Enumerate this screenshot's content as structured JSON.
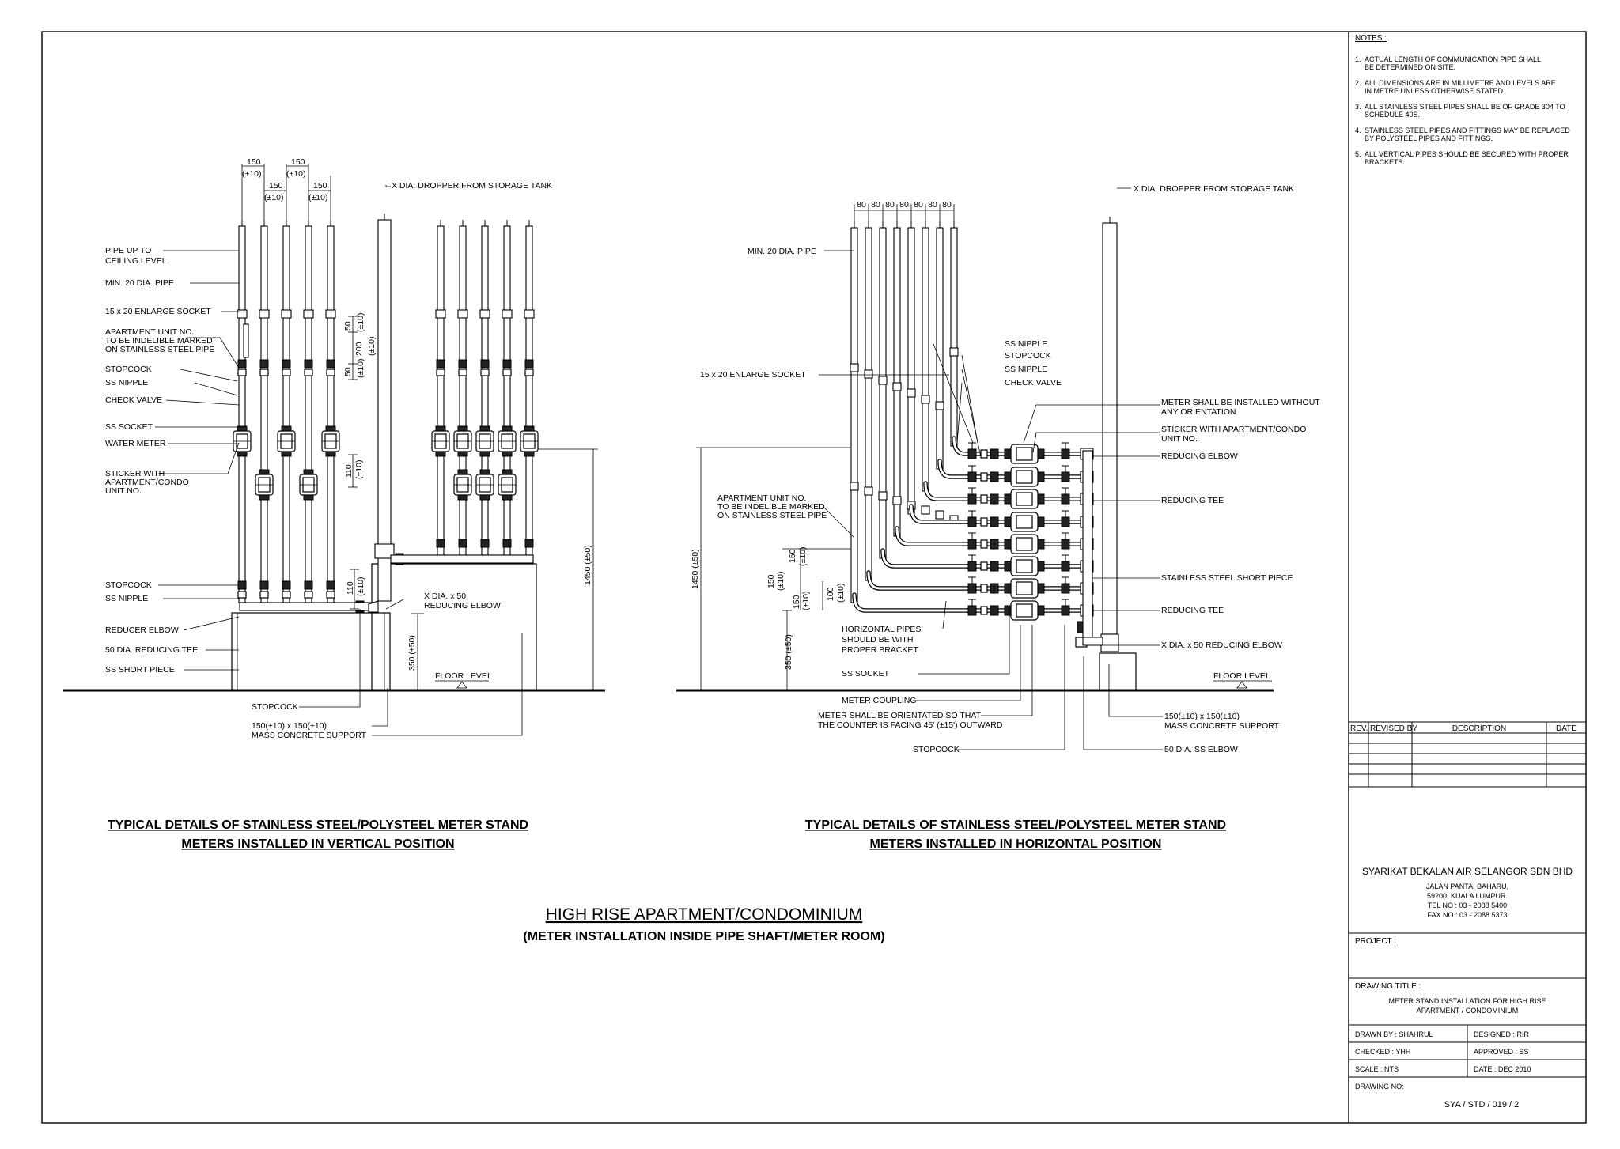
{
  "left_view": {
    "title_line1": "TYPICAL DETAILS OF STAINLESS STEEL/POLYSTEEL METER STAND",
    "title_line2": "METERS INSTALLED IN VERTICAL POSITION",
    "labels": {
      "pipe_up_1": "PIPE UP TO",
      "pipe_up_2": "CEILING LEVEL",
      "min_pipe": "MIN. 20 DIA. PIPE",
      "enlarge_socket": "15 x 20 ENLARGE SOCKET",
      "apt_1": "APARTMENT UNIT NO.",
      "apt_2": "TO BE INDELIBLE MARKED",
      "apt_3": "ON STAINLESS STEEL PIPE",
      "stopcock": "STOPCOCK",
      "ss_nipple": "SS NIPPLE",
      "check_valve": "CHECK VALVE",
      "ss_socket": "SS SOCKET",
      "water_meter": "WATER METER",
      "sticker_1": "STICKER WITH",
      "sticker_2": "APARTMENT/CONDO",
      "sticker_3": "UNIT NO.",
      "stopcock_b": "STOPCOCK",
      "ss_nipple_b": "SS NIPPLE",
      "reducer_elbow": "REDUCER ELBOW",
      "reducing_tee": "50 DIA. REDUCING TEE",
      "ss_short_piece": "SS SHORT PIECE",
      "stopcock_c": "STOPCOCK",
      "mass_1": "150(±10) x 150(±10)",
      "mass_2": "MASS CONCRETE SUPPORT",
      "dropper": "X DIA. DROPPER FROM STORAGE TANK",
      "x_dia_1": "X DIA. x 50",
      "x_dia_2": "REDUCING ELBOW",
      "floor_level": "FLOOR LEVEL"
    },
    "dims": {
      "d150": "150",
      "tol": "(±10)",
      "d50": "50",
      "d200": "200",
      "d110": "110",
      "d350": "350 (±50)",
      "d1450": "1450 (±50)"
    }
  },
  "right_view": {
    "title_line1": "TYPICAL DETAILS OF STAINLESS STEEL/POLYSTEEL METER STAND",
    "title_line2": "METERS INSTALLED IN HORIZONTAL POSITION",
    "labels": {
      "min_pipe": "MIN. 20 DIA. PIPE",
      "enlarge_socket": "15 x 20 ENLARGE SOCKET",
      "ss_nipple": "SS NIPPLE",
      "stopcock": "STOPCOCK",
      "ss_nipple_2": "SS NIPPLE",
      "check_valve": "CHECK VALVE",
      "meter_orient_1": "METER SHALL BE INSTALLED WITHOUT",
      "meter_orient_2": "ANY ORIENTATION",
      "sticker_1": "STICKER WITH APARTMENT/CONDO",
      "sticker_2": "UNIT NO.",
      "reducing_elbow": "REDUCING ELBOW",
      "reducing_tee": "REDUCING TEE",
      "ss_short_piece": "STAINLESS STEEL SHORT PIECE",
      "reducing_tee_2": "REDUCING TEE",
      "x_dia_elbow": "X DIA. x 50 REDUCING ELBOW",
      "dropper": "X DIA. DROPPER FROM STORAGE TANK",
      "apt_1": "APARTMENT UNIT NO.",
      "apt_2": "TO BE INDELIBLE MARKED",
      "apt_3": "ON STAINLESS STEEL PIPE",
      "horiz_1": "HORIZONTAL PIPES",
      "horiz_2": "SHOULD BE WITH",
      "horiz_3": "PROPER BRACKET",
      "ss_socket": "SS SOCKET",
      "meter_coupling": "METER COUPLING",
      "counter_1": "METER SHALL BE ORIENTATED SO THAT",
      "counter_2": "THE COUNTER IS FACING 45' (±15') OUTWARD",
      "stopcock_b": "STOPCOCK",
      "mass_1": "150(±10) x 150(±10)",
      "mass_2": "MASS CONCRETE SUPPORT",
      "ss_elbow": "50 DIA. SS ELBOW",
      "floor_level": "FLOOR LEVEL"
    },
    "dims": {
      "d80": "80",
      "d150": "150",
      "tol": "(±10)",
      "d100": "100",
      "d350": "350 (±50)",
      "d1450": "1450 (±50)"
    }
  },
  "main_title": {
    "line1": "HIGH RISE APARTMENT/CONDOMINIUM",
    "line2": "(METER INSTALLATION INSIDE PIPE SHAFT/METER ROOM)"
  },
  "notes": {
    "heading": "NOTES :",
    "items": [
      [
        "1.",
        "ACTUAL LENGTH OF COMMUNICATION PIPE SHALL",
        "BE DETERMINED ON SITE."
      ],
      [
        "2.",
        "ALL DIMENSIONS ARE IN MILLIMETRE AND LEVELS ARE",
        "IN METRE UNLESS OTHERWISE STATED."
      ],
      [
        "3.",
        "ALL STAINLESS STEEL PIPES SHALL BE OF GRADE 304 TO",
        "SCHEDULE 40S."
      ],
      [
        "4.",
        "STAINLESS STEEL PIPES AND FITTINGS MAY BE REPLACED",
        "BY POLYSTEEL PIPES AND FITTINGS."
      ],
      [
        "5.",
        "ALL VERTICAL PIPES SHOULD BE SECURED WITH PROPER",
        "BRACKETS."
      ]
    ]
  },
  "revision_table": {
    "headers": [
      "REV.",
      "REVISED BY",
      "DESCRIPTION",
      "DATE"
    ]
  },
  "company": {
    "name": "SYARIKAT BEKALAN AIR SELANGOR SDN BHD",
    "addr1": "JALAN PANTAI BAHARU,",
    "addr2": "59200, KUALA LUMPUR.",
    "tel": "TEL NO : 03 - 2088 5400",
    "fax": "FAX NO : 03 - 2088 5373"
  },
  "title_block": {
    "project_label": "PROJECT :",
    "drawing_title_label": "DRAWING TITLE :",
    "drawing_title_1": "METER STAND INSTALLATION FOR HIGH RISE",
    "drawing_title_2": "APARTMENT / CONDOMINIUM",
    "drawn_by": "DRAWN BY : SHAHRUL",
    "designed": "DESIGNED :  RIR",
    "checked": "CHECKED :  YHH",
    "approved": "APPROVED :  SS",
    "scale": "SCALE : NTS",
    "date": "DATE :  DEC 2010",
    "drawing_no_label": "DRAWING NO:",
    "drawing_no": "SYA / STD / 019 / 2"
  }
}
